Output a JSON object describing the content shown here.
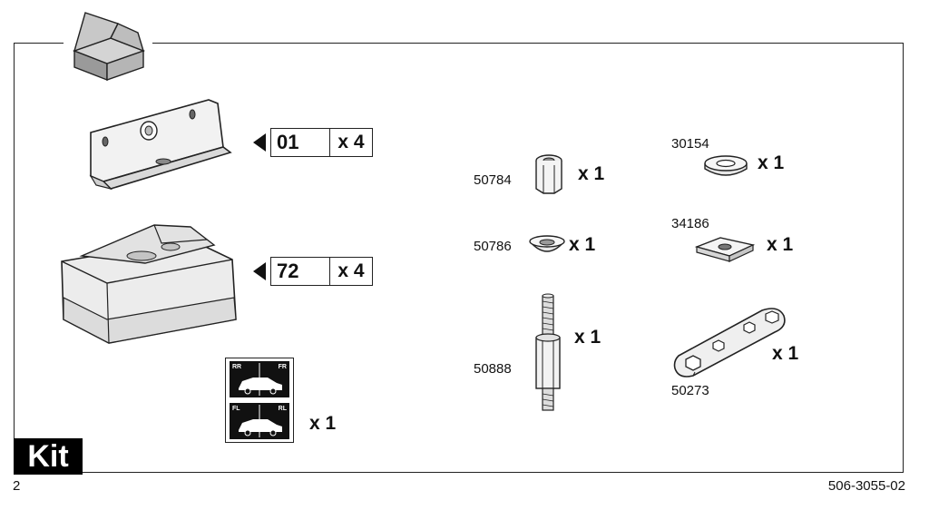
{
  "header": {
    "box_icon": "package-box-icon"
  },
  "kit_parts": {
    "bracket": {
      "code": "01",
      "qty": "x 4"
    },
    "footpad": {
      "code": "72",
      "qty": "x 4"
    },
    "sticker": {
      "qty": "x 1",
      "labels": [
        "RR",
        "FR",
        "FL",
        "RL"
      ]
    }
  },
  "hardware": [
    {
      "part": "50784",
      "qty": "x 1"
    },
    {
      "part": "50786",
      "qty": "x 1"
    },
    {
      "part": "50888",
      "qty": "x 1"
    },
    {
      "part": "30154",
      "qty": "x 1"
    },
    {
      "part": "34186",
      "qty": "x 1"
    },
    {
      "part": "50273",
      "qty": "x 1"
    }
  ],
  "footer": {
    "kit_label": "Kit",
    "page_number": "2",
    "document_number": "506-3055-02"
  }
}
